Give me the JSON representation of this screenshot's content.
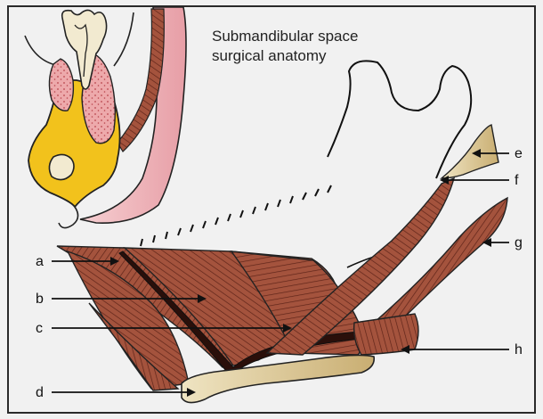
{
  "title_lines": [
    "Submandibular space",
    "surgical anatomy"
  ],
  "labels": {
    "a": "a",
    "b": "b",
    "c": "c",
    "d": "d",
    "e": "e",
    "f": "f",
    "g": "g",
    "h": "h"
  },
  "colors": {
    "background": "#f1f1f1",
    "frame": "#2a2a2a",
    "bone_yellow": "#f2c21c",
    "tooth": "#f2ead0",
    "pulp_pink": "#eba6a8",
    "gum_pink": "#f2b9bd",
    "muscle": "#a1513c",
    "muscle_dark": "#6b2b1e",
    "gland_beige": "#e3d3a6",
    "line": "#111111"
  }
}
